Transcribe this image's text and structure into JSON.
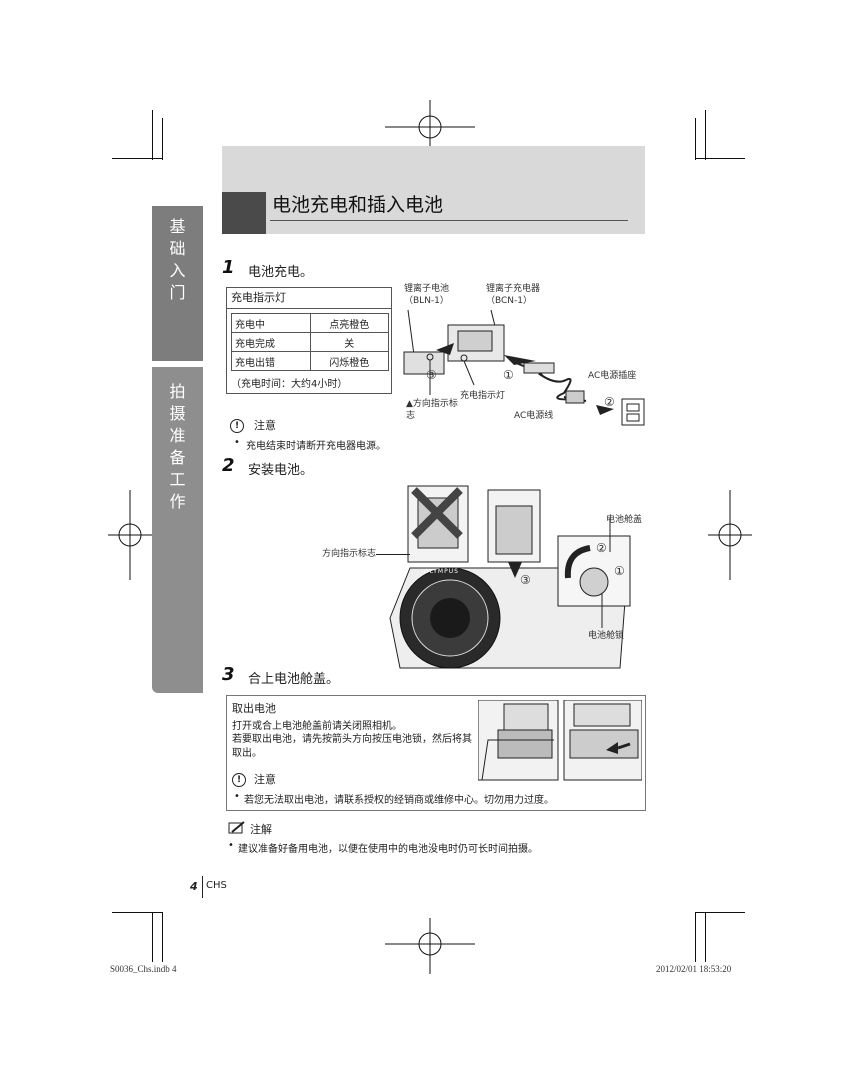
{
  "header": {
    "title": "电池充电和插入电池"
  },
  "side_tabs": [
    {
      "label": "基础入门"
    },
    {
      "label": "拍摄准备工作"
    }
  ],
  "step1": {
    "num": "1",
    "text": "电池充电。"
  },
  "charge_table": {
    "caption": "充电指示灯",
    "rows": [
      {
        "status": "充电中",
        "light": "点亮橙色"
      },
      {
        "status": "充电完成",
        "light": "关"
      },
      {
        "status": "充电出错",
        "light": "闪烁橙色"
      }
    ],
    "footnote": "（充电时间：大约4小时）"
  },
  "figure1": {
    "battery_label": "锂离子电池（BLN-1）",
    "charger_label": "锂离子充电器（BCN-1）",
    "charge_light_label": "充电指示灯",
    "direction_label": "▲方向指示标志",
    "cord_label": "AC电源线",
    "outlet_label": "AC电源插座",
    "callouts": [
      "①",
      "②",
      "③"
    ]
  },
  "caution1": {
    "title": "注意",
    "bullet": "充电结束时请断开充电器电源。"
  },
  "step2": {
    "num": "2",
    "text": "安装电池。"
  },
  "figure2": {
    "direction_label": "方向指示标志",
    "cover_label": "电池舱盖",
    "lock_label": "电池舱锁",
    "brand": "OLYMPUS",
    "callouts": [
      "①",
      "②",
      "③"
    ]
  },
  "step3": {
    "num": "3",
    "text": "合上电池舱盖。"
  },
  "remove_box": {
    "title": "取出电池",
    "p1": "打开或合上电池舱盖前请关闭照相机。",
    "p2": "若要取出电池，请先按箭头方向按压电池锁，然后将其取出。",
    "caution_title": "注意",
    "caution_bullet": "若您无法取出电池，请联系授权的经销商或维修中心。切勿用力过度。"
  },
  "tip": {
    "title": "注解",
    "bullet": "建议准备好备用电池，以便在使用中的电池没电时仍可长时间拍摄。"
  },
  "footer": {
    "page": "4",
    "lang": "CHS",
    "file": "S0036_Chs.indb   4",
    "timestamp": "2012/02/01   18:53:20"
  }
}
